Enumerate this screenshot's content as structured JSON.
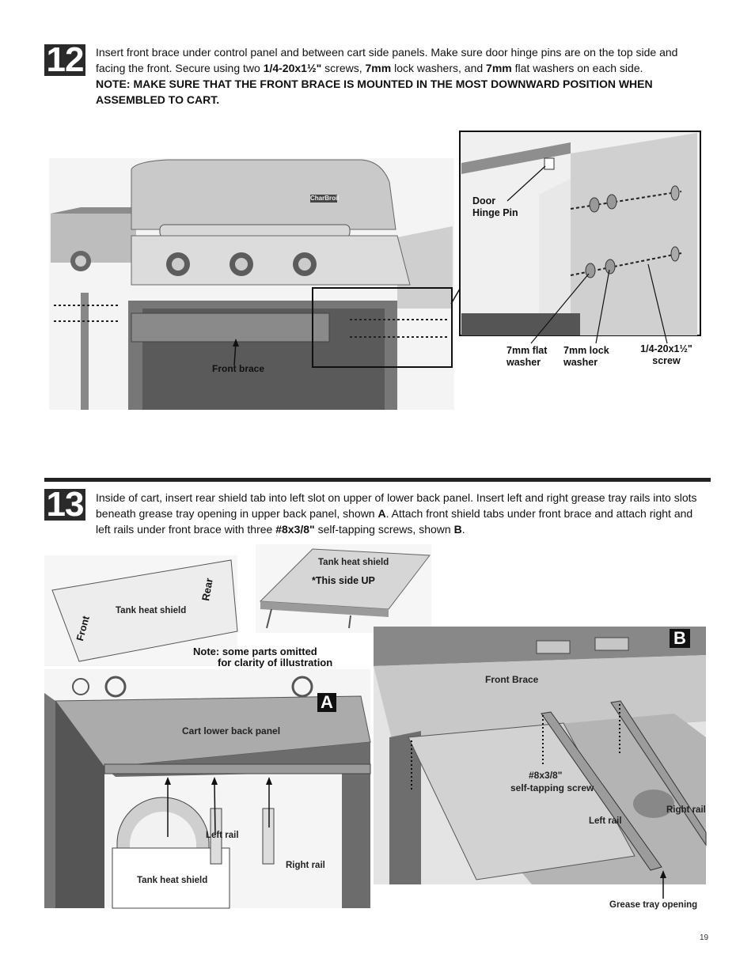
{
  "step12": {
    "number": "12",
    "text_a": "Insert front brace under control panel and between cart side panels. Make sure door hinge pins are on the top side and facing the front. Secure using two ",
    "screw_spec": "1/4-20x1½\"",
    "text_b": " screws, ",
    "lock_size": "7mm",
    "text_c": " lock washers, and ",
    "flat_size": "7mm",
    "text_d": " flat washers on each side.",
    "note": "NOTE: MAKE SURE THAT THE FRONT BRACE IS MOUNTED IN THE MOST DOWNWARD POSITION WHEN ASSEMBLED TO CART.",
    "labels": {
      "front_brace": "Front brace",
      "door_hinge_pin": "Door\nHinge Pin",
      "flat_washer": "7mm flat\nwasher",
      "lock_washer": "7mm lock\nwasher",
      "screw": "1/4-20x1½\"\nscrew",
      "grill_brand": "CharBroil"
    }
  },
  "step13": {
    "number": "13",
    "text_a": "Inside of cart, insert rear shield tab into left slot on upper of lower back panel.  Insert left and right grease tray rails into slots beneath grease tray opening in upper back panel, shown ",
    "ref_a": "A",
    "text_b": ". Attach front shield tabs under front brace and attach right and left rails under front brace with three ",
    "screw_spec": "#8x3/8\"",
    "text_c": " self-tapping screws, shown ",
    "ref_b": "B",
    "text_d": ".",
    "labels": {
      "tank_heat_shield": "Tank heat shield",
      "tank_heat_shield_top": "Tank heat shield",
      "this_side_up": "*This side UP",
      "rear": "Rear",
      "front": "Front",
      "note_omitted_1": "Note: some parts omitted",
      "note_omitted_2": "for clarity of illustration",
      "panel_a": "A",
      "panel_b": "B",
      "cart_lower_back_panel": "Cart lower back panel",
      "left_rail_a": "Left rail",
      "right_rail_a": "Right rail",
      "tank_heat_shield_a": "Tank heat shield",
      "front_brace_b": "Front Brace",
      "self_tapping_1": "#8x3/8\"",
      "self_tapping_2": "self-tapping screw",
      "left_rail_b": "Left rail",
      "right_rail_b": "Right rail",
      "grease_tray_opening": "Grease tray opening"
    }
  },
  "page_number": "19"
}
